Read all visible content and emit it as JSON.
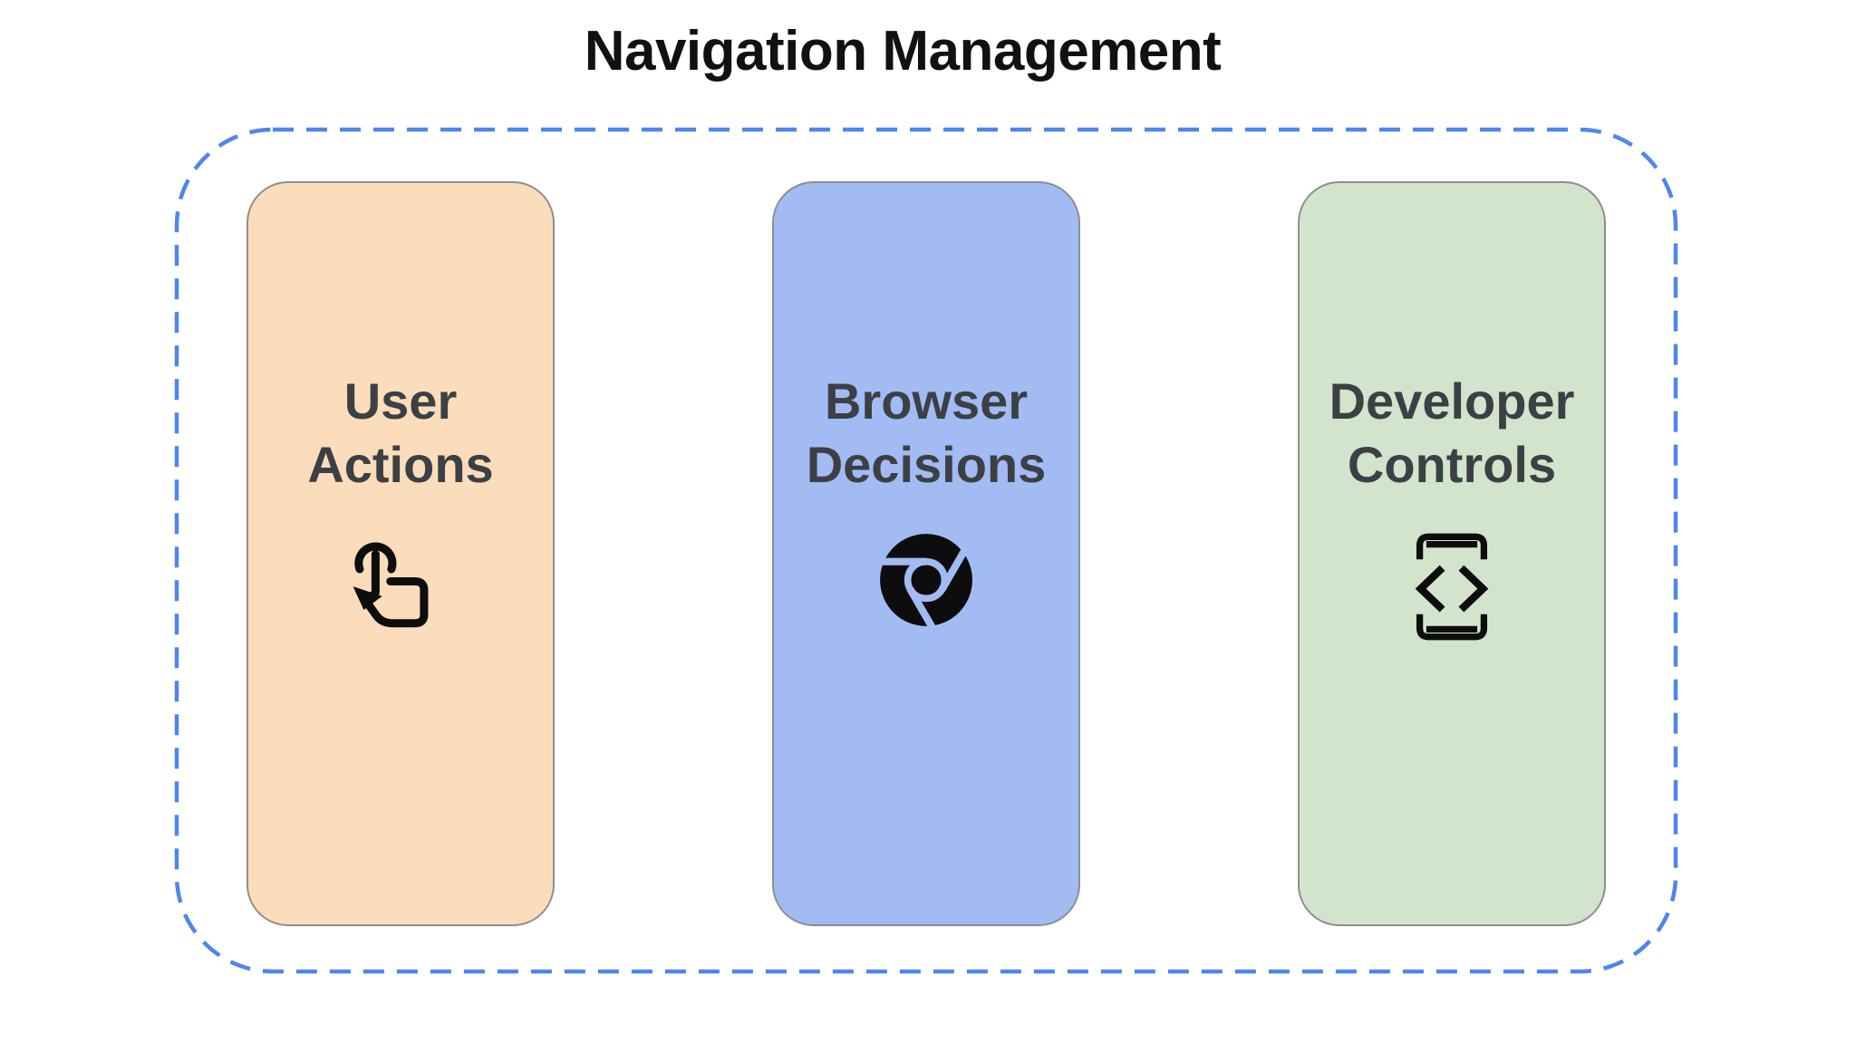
{
  "title": "Navigation Management",
  "frame": {
    "style": "dashed-rounded-border"
  },
  "cards": [
    {
      "id": "user-actions",
      "label_lines": [
        "User",
        "Actions"
      ],
      "icon": "tap-gesture-icon",
      "bg": "#FBDDBB"
    },
    {
      "id": "browser-decisions",
      "label_lines": [
        "Browser",
        "Decisions"
      ],
      "icon": "chrome-browser-icon",
      "bg": "#A2BBF2"
    },
    {
      "id": "developer-controls",
      "label_lines": [
        "Developer",
        "Controls"
      ],
      "icon": "developer-mode-icon",
      "bg": "#D2E4CC"
    }
  ],
  "colors": {
    "background": "#FFFFFF",
    "title_text": "#111111",
    "label_text": "#3C4045",
    "dashed_border": "#4D86EE",
    "card_border": "#8E8E8E",
    "icon": "#0D0D0D"
  }
}
